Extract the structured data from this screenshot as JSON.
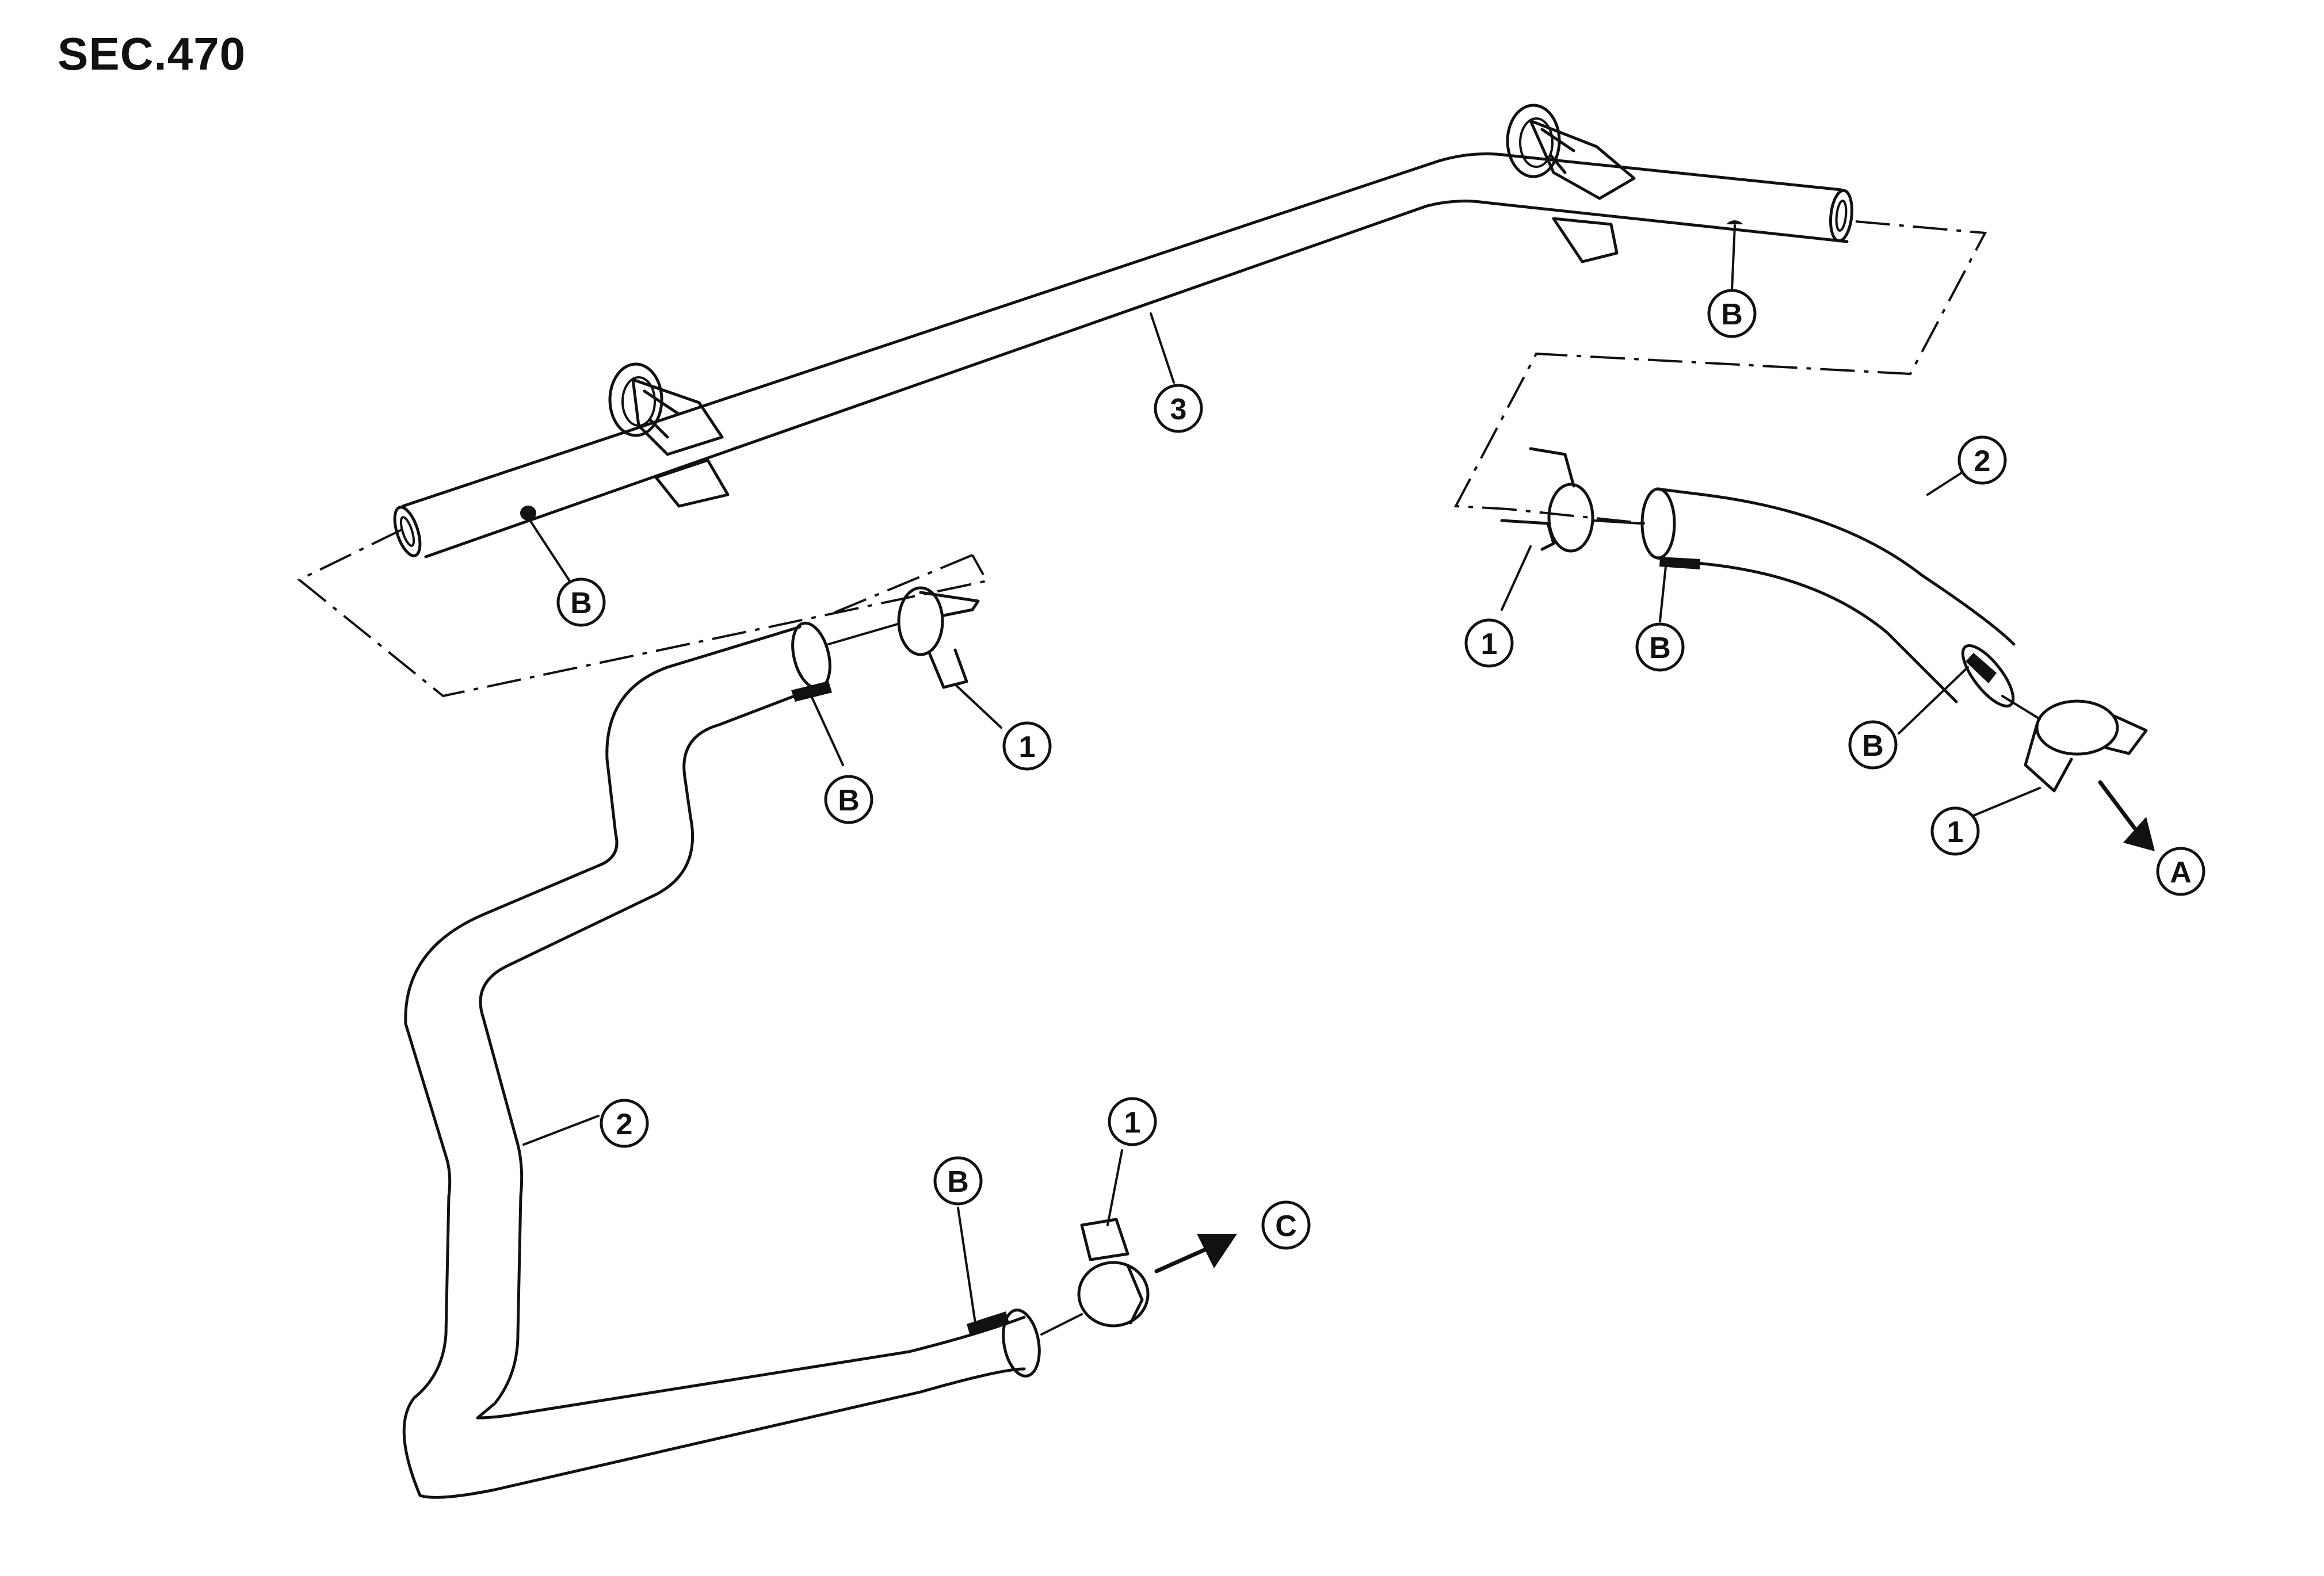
{
  "title": "SEC.470",
  "callouts": {
    "clamp": "1",
    "hose": "2",
    "tube": "3",
    "mark_b": "B",
    "dir_a": "A",
    "dir_c": "C"
  }
}
